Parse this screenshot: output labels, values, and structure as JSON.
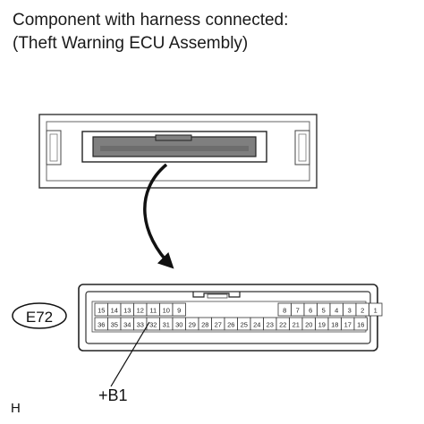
{
  "header": {
    "line1": "Component with harness connected:",
    "line2": "(Theft Warning ECU Assembly)"
  },
  "connector": {
    "code": "E72",
    "top_row_pins": [
      "15",
      "14",
      "13",
      "12",
      "11",
      "10",
      "9",
      "8",
      "7",
      "6",
      "5",
      "4",
      "3",
      "2",
      "1"
    ],
    "bottom_row_pins": [
      "36",
      "35",
      "34",
      "33",
      "32",
      "31",
      "30",
      "29",
      "28",
      "27",
      "26",
      "25",
      "24",
      "23",
      "22",
      "21",
      "20",
      "19",
      "18",
      "17",
      "16"
    ]
  },
  "callout": {
    "label": "+B1"
  },
  "corner_mark": "H"
}
